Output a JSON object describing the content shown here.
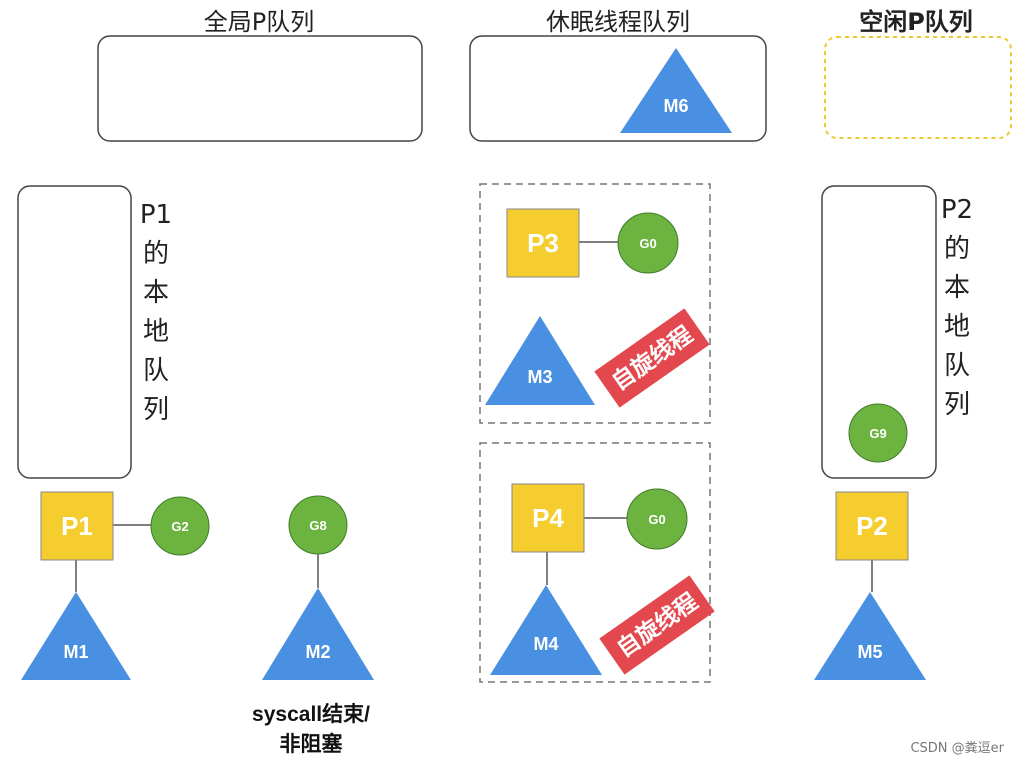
{
  "queues": {
    "global_title": "全局P队列",
    "sleep_title": "休眠线程队列",
    "idle_title": "空闲P队列",
    "p1_local_label": [
      "P1",
      "的",
      "本",
      "地",
      "队",
      "列"
    ],
    "p2_local_label": [
      "P2",
      "的",
      "本",
      "地",
      "队",
      "列"
    ]
  },
  "nodes": {
    "p1": "P1",
    "p2": "P2",
    "p3": "P3",
    "p4": "P4",
    "m1": "M1",
    "m2": "M2",
    "m3": "M3",
    "m4": "M4",
    "m5": "M5",
    "m6": "M6",
    "g2": "G2",
    "g8": "G8",
    "g9": "G9",
    "g0_p3": "G0",
    "g0_p4": "G0"
  },
  "badges": {
    "spin_p3": "自旋线程",
    "spin_p4": "自旋线程"
  },
  "notes": {
    "m2_line1": "syscall结束/",
    "m2_line2": "非阻塞"
  },
  "watermark": "CSDN @粪逗er",
  "colors": {
    "p_box": "#F5CD2F",
    "m_triangle": "#4A90E2",
    "g_circle": "#6DB33F",
    "spin_badge": "#E2484E",
    "idle_title": "#EFC82F"
  }
}
